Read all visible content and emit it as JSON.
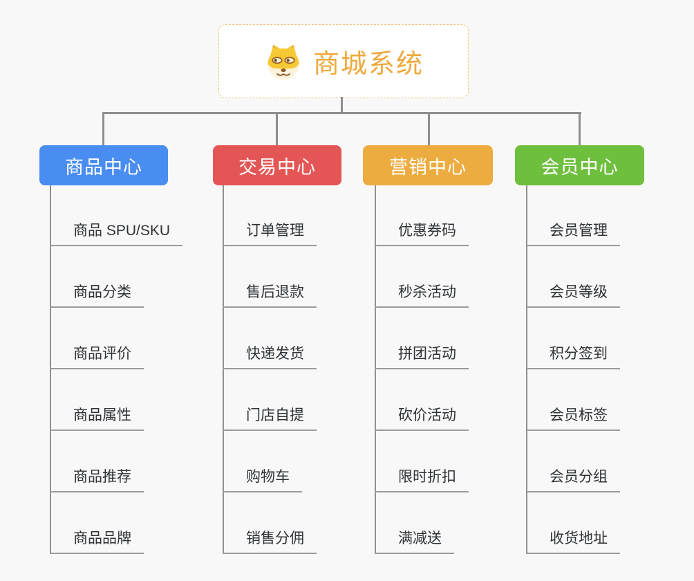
{
  "root": {
    "title": "商城系统",
    "icon": "doge-face-icon",
    "title_color": "#EFA93C",
    "border_color": "#F3C27A"
  },
  "canvas": {
    "background": "#F8F8F8",
    "connector_color": "#8E8E8E",
    "leaf_line_color": "#9A9A9A",
    "leaf_text_color": "#2F3236"
  },
  "branches": [
    {
      "label": "商品中心",
      "color": "#4A8DF0",
      "children": [
        "商品 SPU/SKU",
        "商品分类",
        "商品评价",
        "商品属性",
        "商品推荐",
        "商品品牌"
      ]
    },
    {
      "label": "交易中心",
      "color": "#E45656",
      "children": [
        "订单管理",
        "售后退款",
        "快递发货",
        "门店自提",
        "购物车",
        "销售分佣"
      ]
    },
    {
      "label": "营销中心",
      "color": "#EDAC40",
      "children": [
        "优惠券码",
        "秒杀活动",
        "拼团活动",
        "砍价活动",
        "限时折扣",
        "满减送"
      ]
    },
    {
      "label": "会员中心",
      "color": "#6FBF3E",
      "children": [
        "会员管理",
        "会员等级",
        "积分签到",
        "会员标签",
        "会员分组",
        "收货地址"
      ]
    }
  ]
}
